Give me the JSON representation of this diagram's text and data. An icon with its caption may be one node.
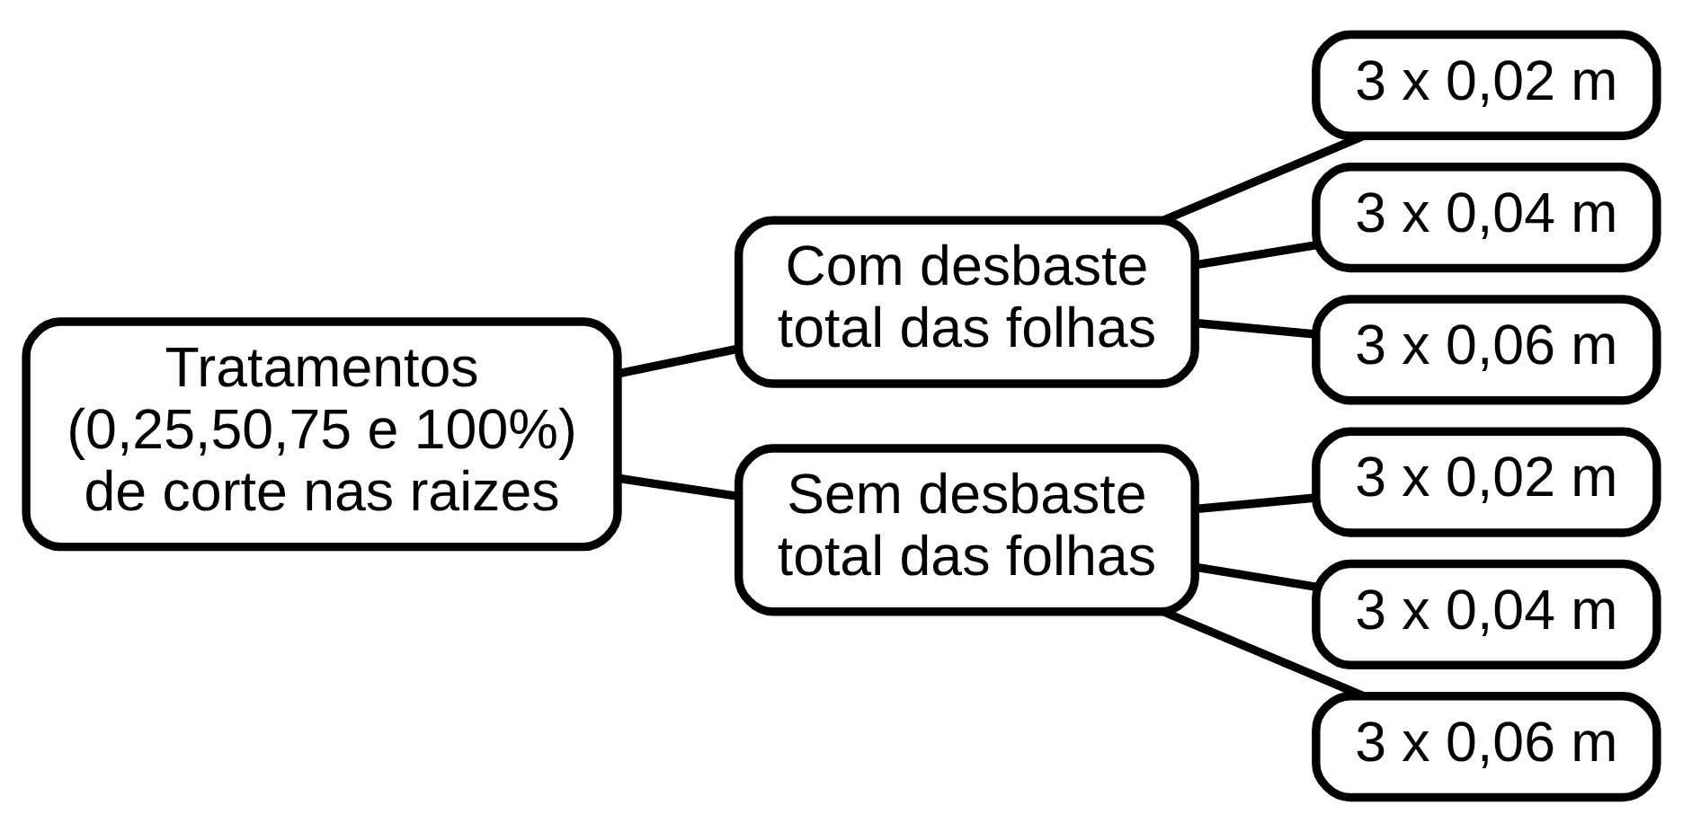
{
  "diagram": {
    "nodes": [
      {
        "text": [
          "Tratamentos (0,25,50,75 e 100%) de corte nas raizes"
        ]
      },
      {
        "text": [
          "Com desbaste total das folhas"
        ]
      },
      {
        "text": [
          "Sem desbaste total das folhas"
        ]
      },
      {
        "text": [
          "3 x 0,02 m"
        ]
      },
      {
        "text": [
          "3 x 0,04 m"
        ]
      },
      {
        "text": [
          "3 x 0,06 m"
        ]
      },
      {
        "text": [
          "3 x 0,02 m"
        ]
      },
      {
        "text": [
          "3 x 0,04 m"
        ]
      },
      {
        "text": [
          "3 x 0,06 m"
        ]
      }
    ],
    "edges": [
      {
        "from": 0,
        "to": 1,
        "arrow": "none"
      },
      {
        "from": 0,
        "to": 2,
        "arrow": "none"
      },
      {
        "from": 1,
        "to": 3,
        "arrow": "none"
      },
      {
        "from": 1,
        "to": 4,
        "arrow": "none"
      },
      {
        "from": 1,
        "to": 5,
        "arrow": "none"
      },
      {
        "from": 2,
        "to": 6,
        "arrow": "none"
      },
      {
        "from": 2,
        "to": 7,
        "arrow": "none"
      },
      {
        "from": 2,
        "to": 8,
        "arrow": "none"
      }
    ]
  }
}
